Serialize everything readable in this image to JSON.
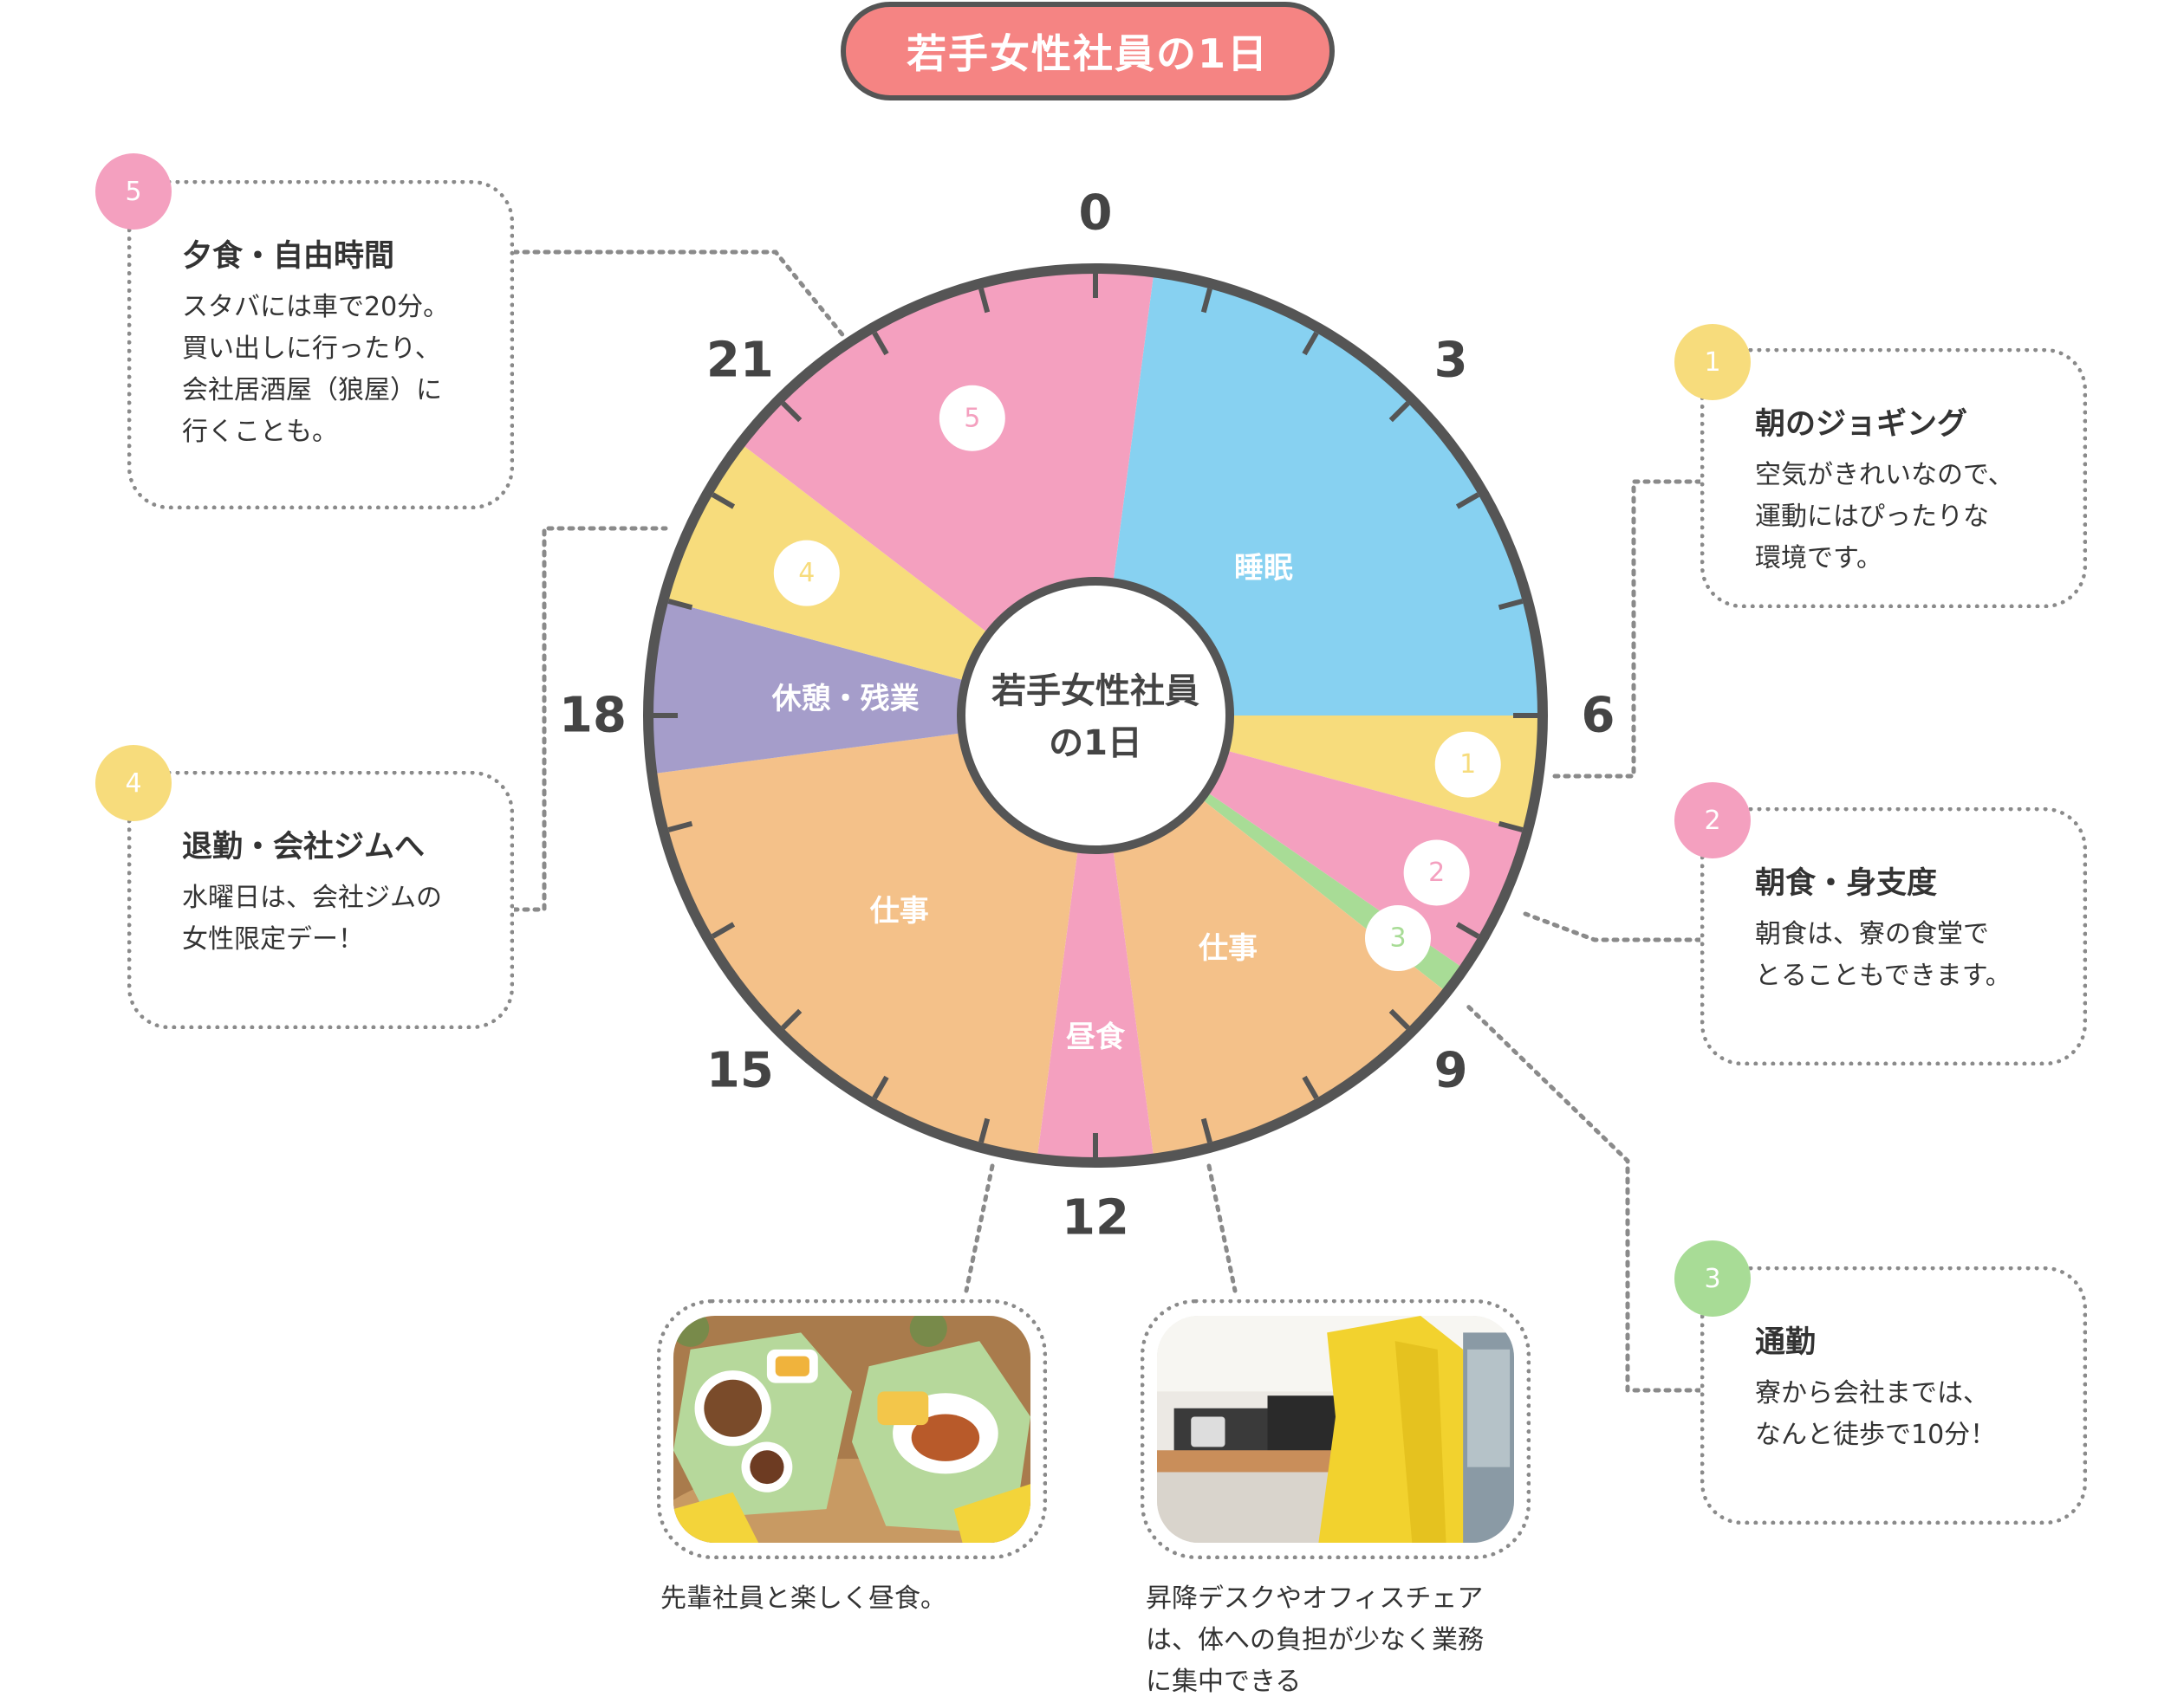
{
  "title": "若手女性社員の1日",
  "center_label": "若手女性社員\nの1日",
  "colors": {
    "title_bg": "#f58483",
    "sleep": "#87d1f1",
    "yellow": "#f7dc7c",
    "pink": "#f4a0bf",
    "green": "#a8dc96",
    "orange": "#f4c189",
    "purple": "#a59dca",
    "rim": "#555555",
    "dots": "#8a8a8a"
  },
  "clock": {
    "hour_labels": [
      "0",
      "3",
      "6",
      "9",
      "12",
      "15",
      "18",
      "21"
    ]
  },
  "segments": [
    {
      "id": "sleep",
      "label": "睡眠",
      "start": 0.5,
      "end": 6.0,
      "color": "sleep"
    },
    {
      "id": "jogging",
      "badge": "1",
      "start": 6.0,
      "end": 7.0,
      "color": "yellow"
    },
    {
      "id": "breakfast",
      "badge": "2",
      "start": 7.0,
      "end": 8.3,
      "color": "pink"
    },
    {
      "id": "commute",
      "badge": "3",
      "start": 8.3,
      "end": 8.55,
      "color": "green"
    },
    {
      "id": "work-morning",
      "label": "仕事",
      "start": 8.55,
      "end": 11.5,
      "color": "orange"
    },
    {
      "id": "lunch",
      "label": "昼食",
      "start": 11.5,
      "end": 12.5,
      "color": "pink"
    },
    {
      "id": "work-afternoon",
      "label": "仕事",
      "start": 12.5,
      "end": 17.5,
      "color": "orange"
    },
    {
      "id": "break-overtime",
      "label": "休憩・残業",
      "start": 17.5,
      "end": 19.0,
      "color": "purple"
    },
    {
      "id": "gym",
      "badge": "4",
      "start": 19.0,
      "end": 20.5,
      "color": "yellow"
    },
    {
      "id": "dinner",
      "badge": "5",
      "start": 20.5,
      "end": 24.5,
      "color": "pink"
    }
  ],
  "cards": [
    {
      "number": "5",
      "title": "夕食・自由時間",
      "body": "スタバには車で20分。\n買い出しに行ったり、\n会社居酒屋（狼屋）に\n行くことも。",
      "color": "pink"
    },
    {
      "number": "4",
      "title": "退勤・会社ジムへ",
      "body": "水曜日は、会社ジムの\n女性限定デー！",
      "color": "yellow"
    },
    {
      "number": "1",
      "title": "朝のジョギング",
      "body": "空気がきれいなので、\n運動にはぴったりな\n環境です。",
      "color": "yellow"
    },
    {
      "number": "2",
      "title": "朝食・身支度",
      "body": "朝食は、寮の食堂で\nとることもできます。",
      "color": "pink"
    },
    {
      "number": "3",
      "title": "通勤",
      "body": "寮から会社までは、\nなんと徒歩で10分！",
      "color": "green"
    }
  ],
  "photos": [
    {
      "caption": "先輩社員と楽しく昼食。"
    },
    {
      "caption": "昇降デスクやオフィスチェア\nは、体への負担が少なく業務\nに集中できる"
    }
  ]
}
